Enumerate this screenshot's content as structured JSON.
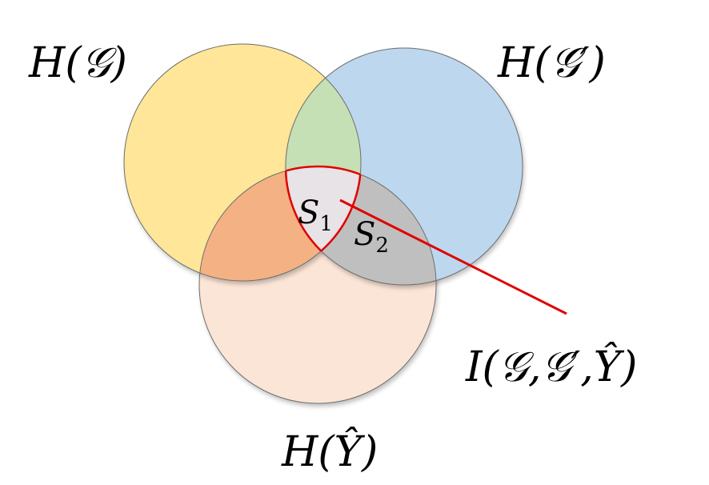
{
  "labels": {
    "h_g": "H(𝒢)",
    "h_g_prime": "H(𝒢′)",
    "h_y_hat": "H(Ŷ)",
    "s1_base": "S",
    "s1_sub": "1",
    "s2_base": "S",
    "s2_sub": "2",
    "mutual_info": "I(𝒢,𝒢′,Ŷ)"
  },
  "colors": {
    "h_g_fill": "#FFE699",
    "h_g_prime_fill": "#BDD7EE",
    "h_y_hat_fill": "#FBE5D6",
    "g_and_gprime_fill": "#C5E0B4",
    "g_and_y_fill": "#F4B183",
    "gprime_and_y_fill": "#BFBFBF",
    "center_fill": "#E8E3E6",
    "highlight_stroke": "#E00000",
    "pointer_line": "#E00000"
  }
}
